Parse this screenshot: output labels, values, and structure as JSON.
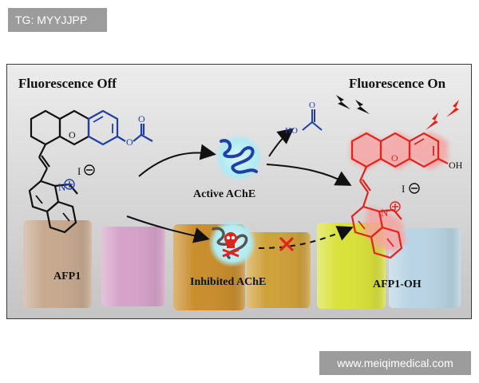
{
  "tag_badge": "TG: MYYJJPP",
  "watermark": "www.meiqimedical.com",
  "figure": {
    "header_left": "Fluorescence Off",
    "header_right": "Fluorescence On",
    "label_afp1": "AFP1",
    "label_afp1_oh": "AFP1-OH",
    "label_active": "Active AChE",
    "label_inhibited": "Inhibited AChE",
    "atoms": {
      "o_ring": "O",
      "o_ring_right": "O",
      "iodide": "I",
      "iodide_right": "I",
      "nitrogen": "N",
      "nitrogen_right": "N",
      "ho": "HO",
      "oh": "OH",
      "ester_o": "O",
      "ester_o2": "O",
      "acid_o": "O",
      "plus": "+",
      "minus": "−"
    },
    "colors": {
      "blue": "#1f3fa6",
      "red_glow": "#f26b6b",
      "red": "#e3221b",
      "cyan": "#bfeff5"
    }
  }
}
